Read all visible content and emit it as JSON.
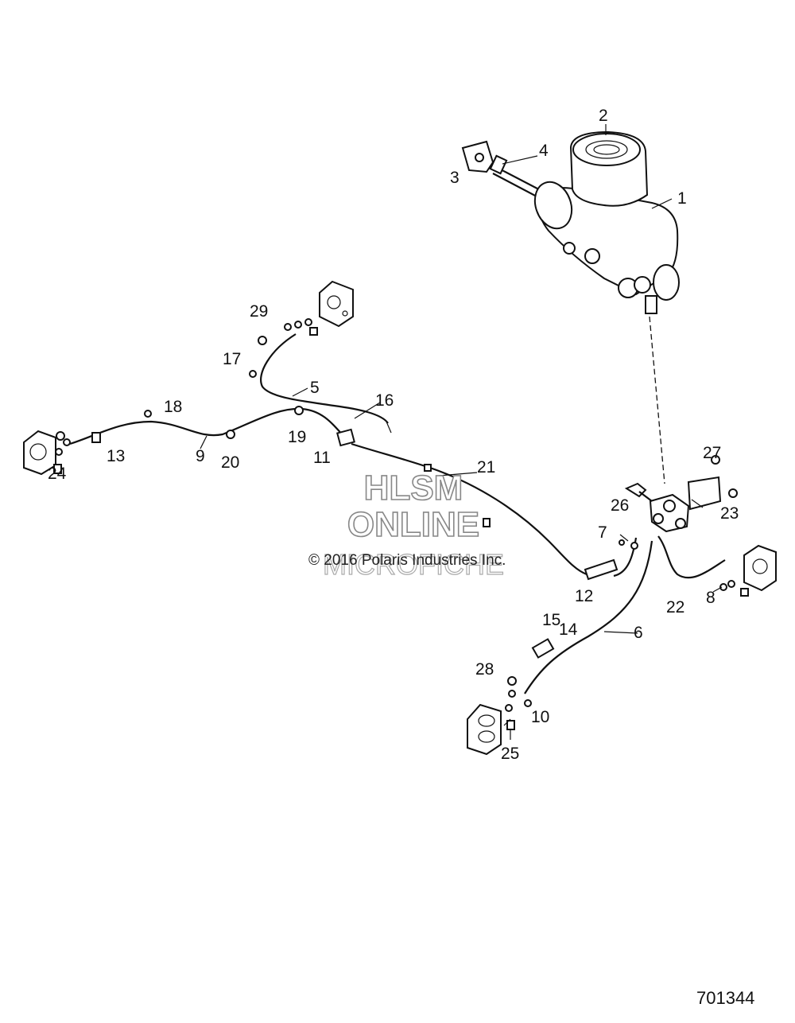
{
  "watermark": {
    "line1": "HLSM",
    "line2": "ONLINE",
    "line3": "MICROFICHE"
  },
  "copyright": "© 2016 Polaris Industries Inc.",
  "figure_number": "701344",
  "callouts": [
    "1",
    "2",
    "3",
    "4",
    "5",
    "6",
    "7",
    "8",
    "9",
    "10",
    "11",
    "12",
    "13",
    "14",
    "15",
    "16",
    "17",
    "18",
    "19",
    "20",
    "21",
    "22",
    "23",
    "24",
    "25",
    "26",
    "27",
    "28",
    "29"
  ]
}
